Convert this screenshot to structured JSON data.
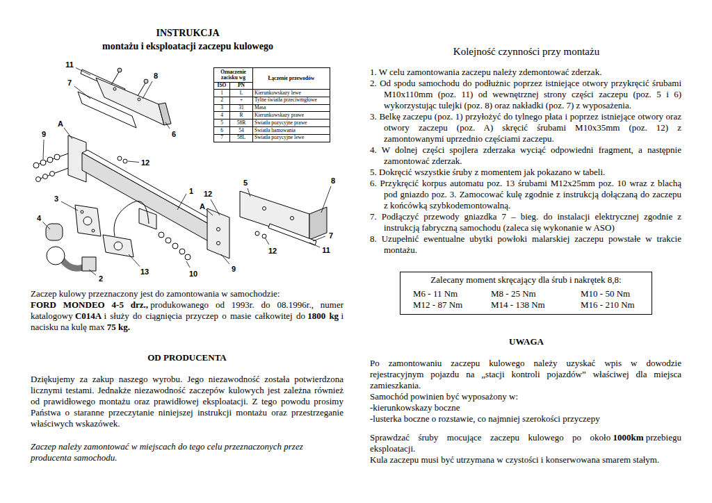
{
  "diagram": {
    "title": "INSTRUKCJA",
    "nodes": [
      {
        "text": [
          "Zalecany moment skręcający dla śrub i nakrętek 8,8:",
          "M6 - 11 Nm",
          "M8 - 25 Nm",
          "M10 - 50 Nm",
          "M12 - 87 Nm",
          "M14 - 138 Nm",
          "M16 - 210 Nm"
        ]
      }
    ],
    "labels": [
      "montażu i eksploatacji zaczepu kulowego",
      "11",
      "8",
      "7",
      "A",
      "9",
      "6",
      "12",
      "1",
      "12",
      "5",
      "8",
      "3",
      "A",
      "4",
      "7",
      "12",
      "11",
      "9",
      "13",
      "10",
      "2",
      "Oznaczenie zacisku wg",
      "Łączenie przewodów",
      "ISO",
      "PN",
      "1",
      "L",
      "Kierunkowskazy lewe",
      "2",
      "+",
      "Tylne światła przeciwmgłowe",
      "3",
      "31",
      "Masa",
      "4",
      "R",
      "Kierunkowskazy prawe",
      "5",
      "58R",
      "Światła pozycyjne prawe",
      "6",
      "54",
      "Światła hamowania",
      "7",
      "58L",
      "Światła pozycyjne lewe",
      "Zaczep kulowy przeznaczony jest do zamontowania w samochodzie:",
      "FORD MONDEO 4-5 drz.,",
      "produkowanego od 1993r. do 08.1996r., numer katalogowy",
      "C014A",
      "i służy do ciągnięcia przyczep o masie całkowitej do",
      "1800 kg",
      "i nacisku na kulę max",
      "75 kg.",
      "OD PRODUCENTA",
      "Dziękujemy za zakup naszego wyrobu. Jego niezawodność została potwierdzona licznymi testami. Jednakże niezawodność zaczepów kulowych jest zależna również od prawidłowego montażu oraz prawidłowej eksploatacji. Z tego powodu prosimy Państwa o staranne przeczytanie niniejszej instrukcji montażu oraz przestrzeganie właściwych wskazówek.",
      "Zaczep należy zamontować w miejscach do tego celu przeznaczonych przez producenta samochodu.",
      "Kolejność czynności przy montażu",
      "1. W celu zamontowania zaczepu należy zdemontować zderzak.",
      "2. Od spodu samochodu do podłużnic poprzez istniejące otwory przykręcić śrubami M10x110mm (poz. 11) od wewnętrznej strony części zaczepu (poz. 5 i 6) wykorzystując tulejki (poz. 8) oraz nakładki (poz. 7) z wyposażenia.",
      "3. Belkę zaczepu (poz. 1) przyłożyć do tylnego płata i poprzez istniejące otwory oraz otwory zaczepu (poz. A) skręcić śrubami M10x35mm (poz. 12) z zamontowanymi uprzednio częściami zaczepu.",
      "4. W dolnej części spojlera zderzaka wyciąć odpowiedni fragment, a następnie zamontować zderzak.",
      "5. Dokręcić wszystkie śruby z momentem jak pokazano w tabeli.",
      "6. Przykręcić korpus automatu poz. 13 śrubami M12x25mm poz. 10 wraz z blachą pod gniazdo poz. 3. Zamocować kulę zgodnie z instrukcją dołączaną do zaczepu z końcówką szybkodemontowalną.",
      "7. Podłączyć przewody gniazdka 7 – bieg. do instalacji elektrycznej zgodnie z instrukcją fabryczną samochodu (zaleca się wykonanie w ASO)",
      "8. Uzupełnić ewentualne ubytki powłoki malarskiej zaczepu powstałe w trakcie montażu.",
      "UWAGA",
      "Po zamontowaniu zaczepu kulowego należy uzyskać wpis w dowodzie rejestracyjnym pojazdu na „stacji kontroli pojazdów” właściwej dla miejsca zamieszkania.",
      "Samochód powinien być wyposażony w:",
      "-kierunkowskazy boczne",
      "-lusterka boczne o rozstawie, co najmniej szerokości przyczepy",
      "Sprawdzać śruby mocujące zaczepu kulowego po około",
      "1000km",
      "przebiegu eksploatacji.",
      "Kula zaczepu musi być utrzymana w czystości i konserwowana smarem stałym."
    ]
  }
}
